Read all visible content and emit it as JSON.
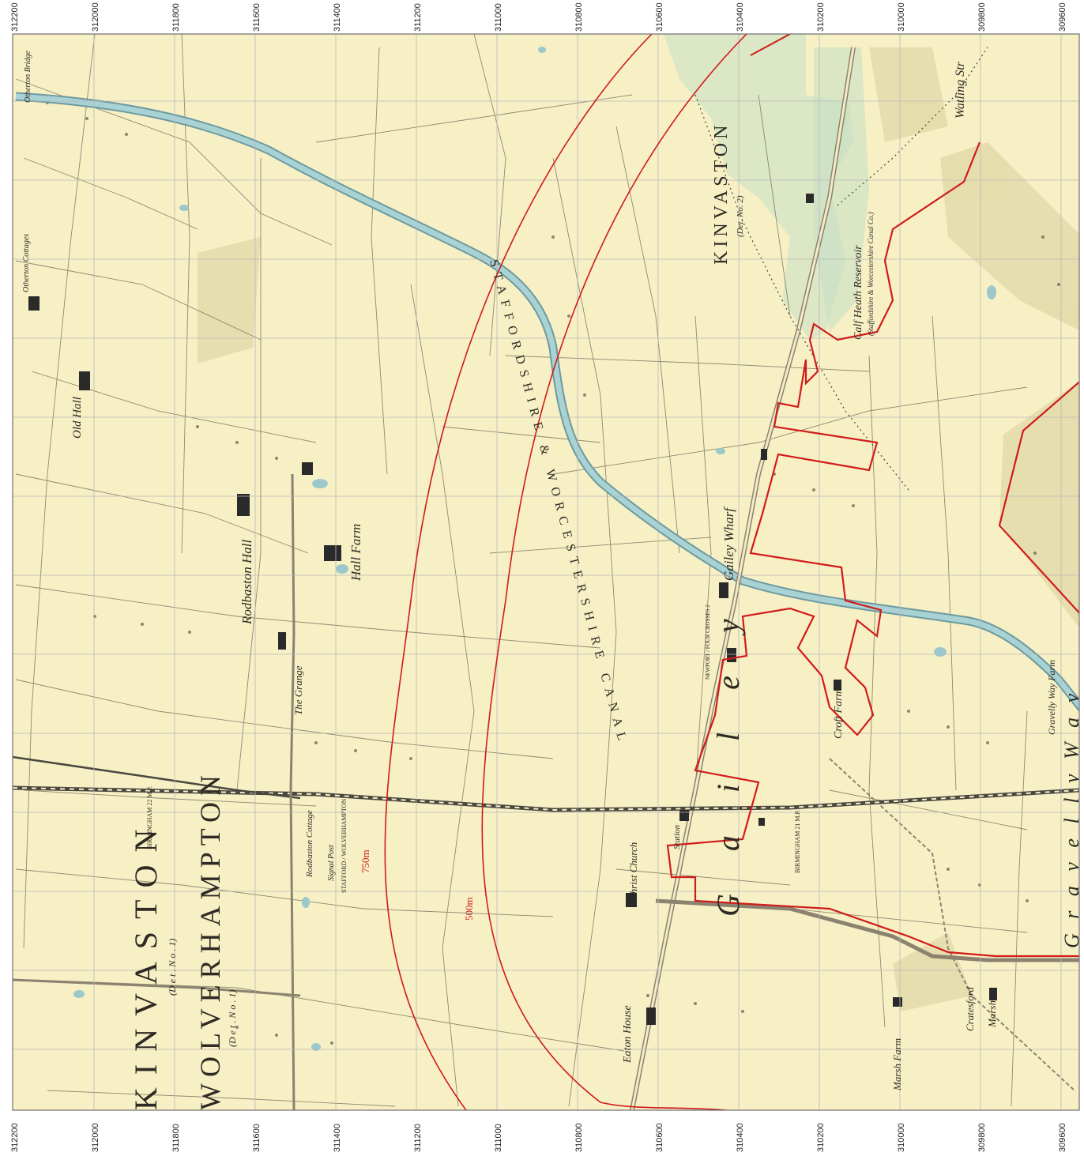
{
  "map": {
    "colors": {
      "paper": "#f7f0c4",
      "grid": "#b9b9b9",
      "boundary": "#d11b1b",
      "canal": "#9cc8cc",
      "reservoir": "#c8dfc4",
      "ink": "#2e2a24",
      "building": "#2a2a2a",
      "margin": "#ffffff"
    },
    "frame_ticks": {
      "top_right": [
        "312200",
        "312000",
        "311800",
        "311600",
        "311400",
        "311200",
        "311000",
        "310800",
        "310600",
        "310400",
        "310200",
        "310000",
        "309800",
        "309600"
      ],
      "bottom": [
        "312200",
        "312000",
        "311800",
        "311600",
        "311400",
        "311200",
        "311000",
        "310800",
        "310600",
        "310400",
        "310200",
        "310000",
        "309800",
        "309600"
      ]
    },
    "buffer_labels": {
      "outer": "750m",
      "inner": "500m"
    },
    "place_labels": {
      "kinvaston_north": "KINVASTON",
      "kinvaston_north_det": "(Det. No. 2)",
      "kinvaston_south": "KINVASTON",
      "kinvaston_south_det": "(D e t .  N o . 1)",
      "wolverhampton": "WOLVERHAMPTON",
      "wolverhampton_det": "(D e t .  N o . 1)",
      "canal": "STAFFORDSHIRE & WORCESTERSHIRE CANAL",
      "gailey": "G a i l e y",
      "gravelly_way": "G r a v e l l y   W a y",
      "watling_street": "Watling Str"
    },
    "feature_labels": {
      "old_hall": "Old Hall",
      "rodbaston_hall": "Rodbaston Hall",
      "hall_farm": "Hall Farm",
      "the_grange": "The Grange",
      "gailey_wharf": "Gailey Wharf",
      "calf_heath_reservoir": "Calf Heath Reservoir",
      "calf_heath_sub": "(Staffordshire & Worcestershire Canal Co.)",
      "christ_church": "Christ Church",
      "station": "Station",
      "eaton_house": "Eaton House",
      "croft_farm": "Croft Farm",
      "marsh_farm": "Marsh Farm",
      "cratesford": "Cratesford",
      "marsh": "Marsh",
      "gravelly_way_farm": "Gravelly Way Farm",
      "rodbaston_cottage": "Rodbaston Cottage",
      "signal_post": "Signal Post",
      "stafford_wolverhampton": "STAFFORD / WOLVERHAMPTON",
      "birmingham_22": "BIRMINGHAM 22 M.P.",
      "birmingham_21": "BIRMINGHAM 21 M.P.",
      "newport_four_crosses": "NEWPORT / FOUR CROSSES 2",
      "otherton_bridge": "Otherton Bridge",
      "otherton_cottages": "Otherton Cottages",
      "kinvaston_letter": "K I N V A S T O N"
    }
  }
}
